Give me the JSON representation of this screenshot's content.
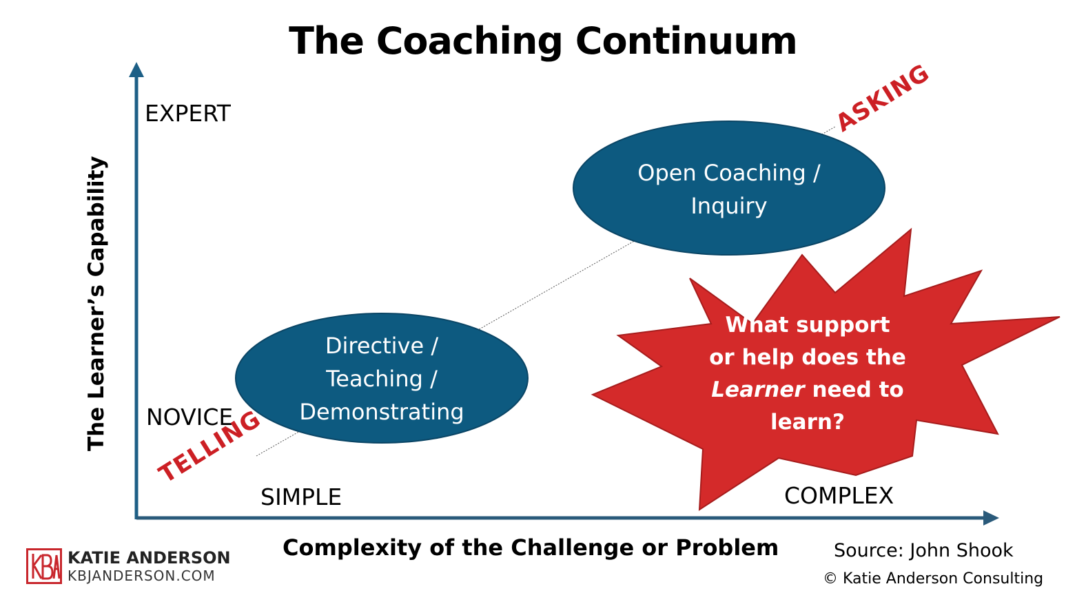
{
  "title": "The Coaching Continuum",
  "y_axis": {
    "label": "The Learner’s Capability",
    "top_label": "EXPERT",
    "bottom_label": "NOVICE"
  },
  "x_axis": {
    "label": "Complexity of the Challenge or Problem",
    "left_label": "SIMPLE",
    "right_label": "COMPLEX"
  },
  "continuum": {
    "start_label": "TELLING",
    "end_label": "ASKING"
  },
  "ovals": {
    "low": {
      "line1": "Directive /",
      "line2": "Teaching /",
      "line3": "Demonstrating"
    },
    "high": {
      "line1": "Open Coaching /",
      "line2": "Inquiry"
    }
  },
  "callout": {
    "line1": "What support",
    "line2": "or help does the",
    "line3_italic": "Learner",
    "line3_rest": " need to",
    "line4": "learn?"
  },
  "source": "Source: John Shook",
  "copyright": "© Katie Anderson Consulting",
  "brand": {
    "logo_text": "KBA",
    "name": "KATIE ANDERSON",
    "url": "KBJANDERSON.COM"
  },
  "colors": {
    "axis": "#1d5f86",
    "oval": "#0d5a80",
    "callout": "#d42a2a",
    "mode_text": "#cc1f24"
  }
}
